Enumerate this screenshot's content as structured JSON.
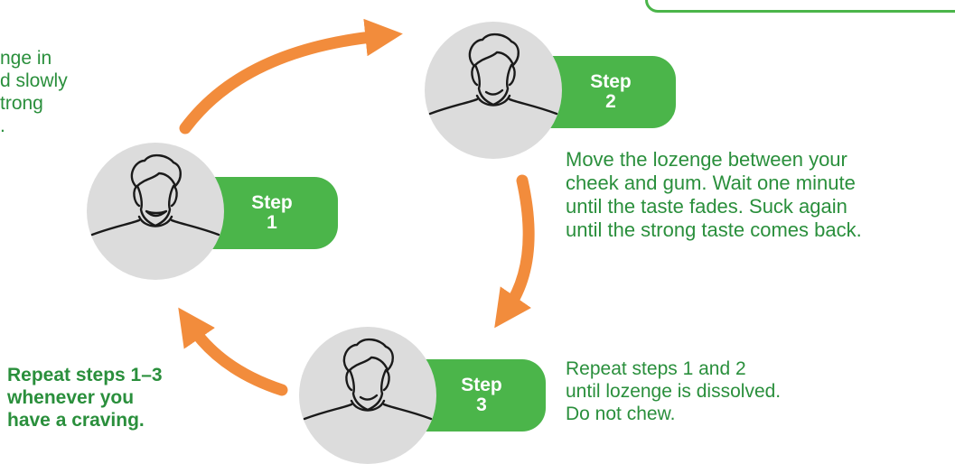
{
  "colors": {
    "green": "#4bb54a",
    "text_green": "#2a8f3c",
    "arrow_orange": "#f28c3c",
    "avatar_gray": "#dcdcdc"
  },
  "step1": {
    "label_word": "Step",
    "label_number": "1",
    "instruction_lines": [
      "nge in",
      "d slowly",
      "trong",
      "."
    ]
  },
  "step2": {
    "label_word": "Step",
    "label_number": "2",
    "instruction_lines": [
      "Move the lozenge between your",
      "cheek and gum. Wait one minute",
      "until the taste fades. Suck again",
      "until the strong taste comes back."
    ]
  },
  "step3": {
    "label_word": "Step",
    "label_number": "3",
    "instruction_lines": [
      "Repeat steps 1 and 2",
      "until lozenge is dissolved.",
      "Do not chew."
    ]
  },
  "repeat_note": {
    "lines": [
      "Repeat steps 1–3",
      "whenever you",
      "have a craving."
    ]
  },
  "icons": {
    "person": "person-face-icon",
    "arrow": "curved-arrow-icon"
  }
}
